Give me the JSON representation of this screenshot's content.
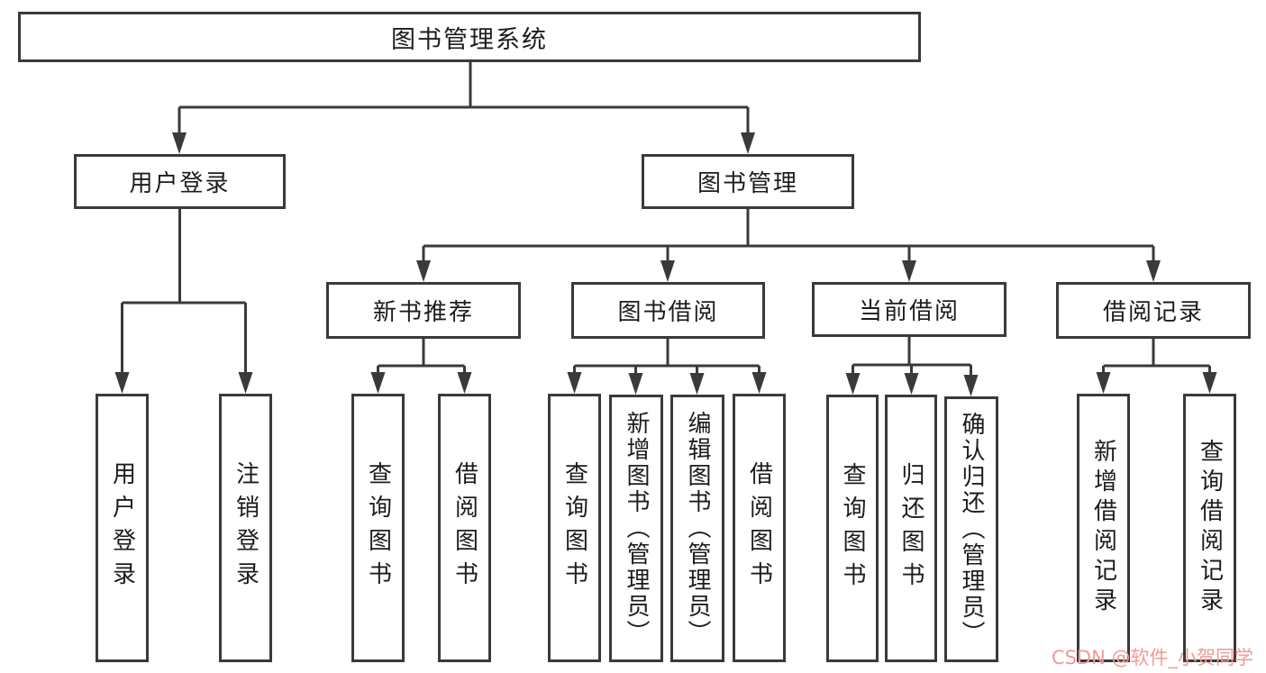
{
  "colors": {
    "line": "#3a3a3a",
    "text": "#1c1c1c",
    "box_bg": "#ffffff",
    "watermark": "#f09a95",
    "page_bg": "#ffffff"
  },
  "tree": {
    "root": {
      "label": "图书管理系统"
    },
    "branches": [
      {
        "label": "用户登录",
        "children": [
          "用户登录",
          "注销登录"
        ]
      },
      {
        "label": "图书管理",
        "children": [
          {
            "label": "新书推荐",
            "children": [
              "查询图书",
              "借阅图书"
            ]
          },
          {
            "label": "图书借阅",
            "children": [
              "查询图书",
              "新增图书（管理员）",
              "编辑图书（管理员）",
              "借阅图书"
            ]
          },
          {
            "label": "当前借阅",
            "children": [
              "查询图书",
              "归还图书",
              "确认归还（管理员）"
            ]
          },
          {
            "label": "借阅记录",
            "children": [
              "新增借阅记录",
              "查询借阅记录"
            ]
          }
        ]
      }
    ]
  },
  "watermark": {
    "label": "CSDN @软件_小贺同学"
  }
}
